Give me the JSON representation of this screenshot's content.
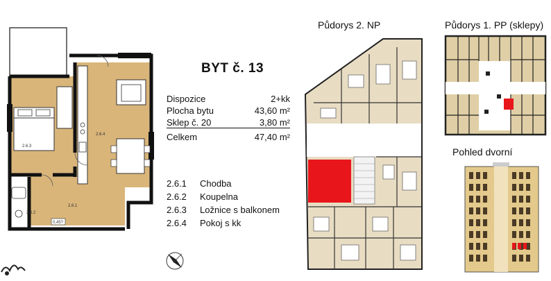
{
  "apartment": {
    "title": "BYT č. 13"
  },
  "specs": [
    {
      "label": "Dispozice",
      "value": "2+kk"
    },
    {
      "label": "Plocha bytu",
      "value": "43,60 m²"
    },
    {
      "label": "Sklep č. 20",
      "value": "3,80 m²"
    },
    {
      "label": "Celkem",
      "value": "47,40 m²"
    }
  ],
  "rooms": [
    {
      "num": "2.6.1",
      "name": "Chodba"
    },
    {
      "num": "2.6.2",
      "name": "Koupelna"
    },
    {
      "num": "2.6.3",
      "name": "Ložnice s balkonem"
    },
    {
      "num": "2.6.4",
      "name": "Pokoj s kk"
    }
  ],
  "plan_labels": {
    "r1": "2.6.1",
    "r2": "2.6.2",
    "r3": "2.6.3",
    "r4": "2.6.4",
    "door": "0,45?"
  },
  "headings": {
    "floor2": "Půdorys 2. NP",
    "basement": "Půdorys 1. PP (sklepy)",
    "courtyard": "Pohled dvorní"
  },
  "colors": {
    "highlight": "#e8161b",
    "floor": "#d9b57a",
    "wall": "#111111"
  }
}
